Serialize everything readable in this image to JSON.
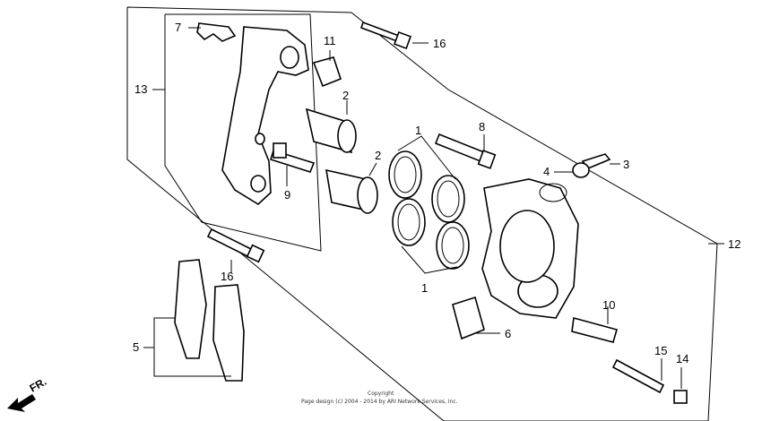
{
  "labels": {
    "p1_top": "1",
    "p1_bottom": "1",
    "p2_top": "2",
    "p2_mid": "2",
    "p3": "3",
    "p4": "4",
    "p5": "5",
    "p6": "6",
    "p7": "7",
    "p8": "8",
    "p9": "9",
    "p10": "10",
    "p11": "11",
    "p12": "12",
    "p13": "13",
    "p14": "14",
    "p15": "15",
    "p16_top": "16",
    "p16_bottom": "16"
  },
  "direction": "FR.",
  "copyright": {
    "line1": "Copyright",
    "line2": "Page design (c) 2004 - 2014 by ARI Network Services, Inc."
  },
  "colors": {
    "line": "#000000",
    "background": "#ffffff"
  }
}
